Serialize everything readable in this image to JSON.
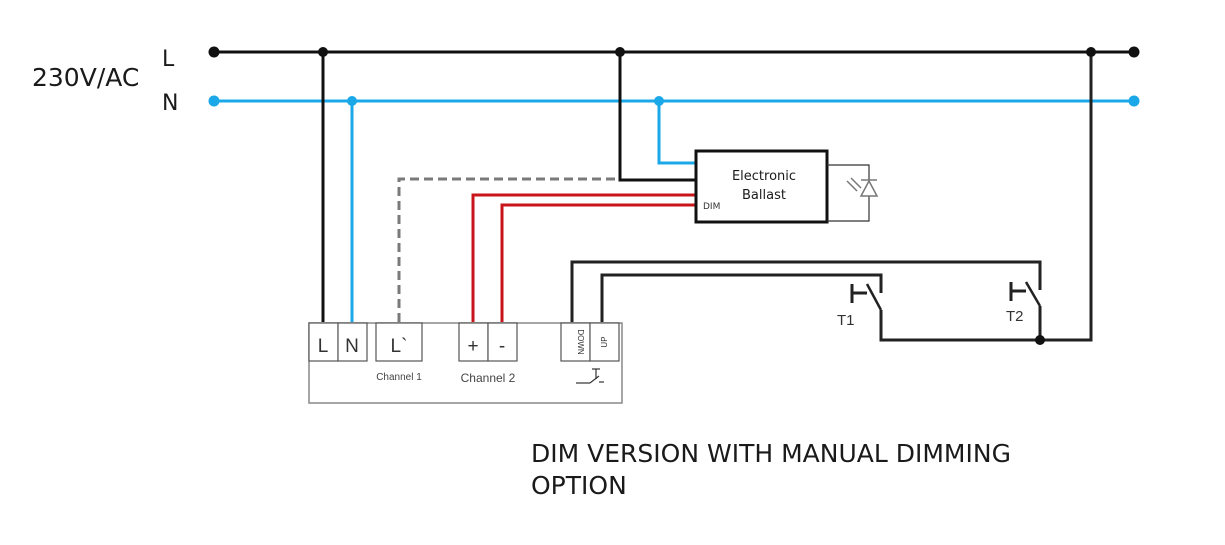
{
  "supply": {
    "label": "230V/AC",
    "line_label": "L",
    "neutral_label": "N"
  },
  "ballast": {
    "title_line1": "Electronic",
    "title_line2": "Ballast",
    "dim_label": "DIM"
  },
  "module": {
    "terminals": {
      "l": "L",
      "n": "N",
      "l_out": "L`",
      "plus": "+",
      "minus": "-",
      "down": "DOWN",
      "up": "UP"
    },
    "channel1_label": "Channel 1",
    "channel2_label": "Channel 2"
  },
  "switches": {
    "t1": "T1",
    "t2": "T2"
  },
  "caption": {
    "line1": "DIM VERSION WITH MANUAL DIMMING",
    "line2": "OPTION"
  },
  "colors": {
    "line": "#111111",
    "neutral": "#1ba8e8",
    "dim_control": "#c8151b",
    "switched_output": "#7a7a7a"
  }
}
